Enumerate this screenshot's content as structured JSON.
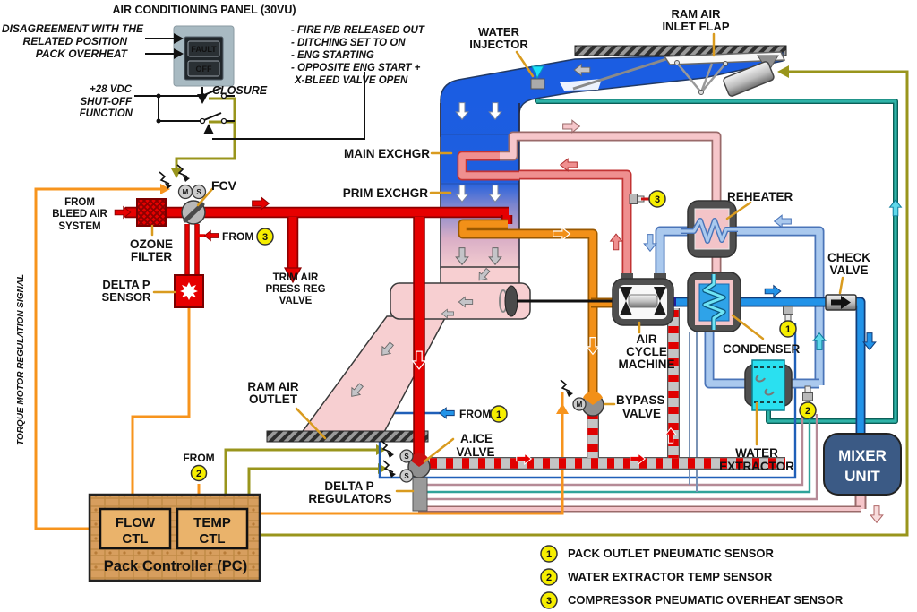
{
  "labels": {
    "acp_title": "AIR CONDITIONING PANEL (30VU)",
    "disagreement_1": "DISAGREEMENT WITH THE",
    "disagreement_2": "RELATED POSITION",
    "pack_overheat": "PACK OVERHEAT",
    "fault": "FAULT",
    "off": "OFF",
    "cond_1": "- FIRE P/B RELEASED OUT",
    "cond_2": "- DITCHING SET TO ON",
    "cond_3": "- ENG STARTING",
    "cond_4": "- OPPOSITE ENG START +",
    "cond_5": "X-BLEED VALVE OPEN",
    "vdc_1": "+28 VDC",
    "vdc_2": "SHUT-OFF",
    "vdc_3": "FUNCTION",
    "closure": "CLOSURE",
    "from": "FROM",
    "from_bleed_1": "FROM",
    "from_bleed_2": "BLEED AIR",
    "from_bleed_3": "SYSTEM",
    "ozone_1": "OZONE",
    "ozone_2": "FILTER",
    "fcv": "FCV",
    "trim_1": "TRIM AIR",
    "trim_2": "PRESS REG",
    "trim_3": "VALVE",
    "deltap_sensor_1": "DELTA P",
    "deltap_sensor_2": "SENSOR",
    "torque_signal": "TORQUE MOTOR REGULATION SIGNAL",
    "water_injector_1": "WATER",
    "water_injector_2": "INJECTOR",
    "ram_inlet_1": "RAM AIR",
    "ram_inlet_2": "INLET FLAP",
    "main_exchgr": "MAIN EXCHGR",
    "prim_exchgr": "PRIM EXCHGR",
    "reheater": "REHEATER",
    "check_valve_1": "CHECK",
    "check_valve_2": "VALVE",
    "condenser": "CONDENSER",
    "acm_1": "AIR",
    "acm_2": "CYCLE",
    "acm_3": "MACHINE",
    "bypass_1": "BYPASS",
    "bypass_2": "VALVE",
    "ram_outlet_1": "RAM AIR",
    "ram_outlet_2": "OUTLET",
    "aice_1": "A.ICE",
    "aice_2": "VALVE",
    "deltap_reg_1": "DELTA P",
    "deltap_reg_2": "REGULATORS",
    "water_extractor_1": "WATER",
    "water_extractor_2": "EXTRACTOR",
    "mixer_1": "MIXER",
    "mixer_2": "UNIT",
    "flow_1": "FLOW",
    "flow_2": "CTL",
    "temp_1": "TEMP",
    "temp_2": "CTL",
    "pack_controller": "Pack Controller (PC)",
    "m": "M",
    "s": "S"
  },
  "sensors": {
    "n1": "1",
    "n2": "2",
    "n3": "3"
  },
  "legend": {
    "l1": "PACK OUTLET PNEUMATIC SENSOR",
    "l2": "WATER EXTRACTOR TEMP SENSOR",
    "l3": "COMPRESSOR PNEUMATIC OVERHEAT SENSOR"
  },
  "colors": {
    "bleed_red": "#e60000",
    "ram_blue": "#1b5de2",
    "pack_blue": "#2293e8",
    "cold_lightblue": "#aac9ee",
    "hot_pink": "#f6c6ca",
    "compressor_salmon": "#ef8f8f",
    "pipe_orange": "#f29018",
    "signal_orange": "#f7941d",
    "signal_olive": "#99951c",
    "water_teal": "#2fb3a8",
    "sensor_yellow": "#f6ee00",
    "mixer_navy": "#3b5a85"
  }
}
